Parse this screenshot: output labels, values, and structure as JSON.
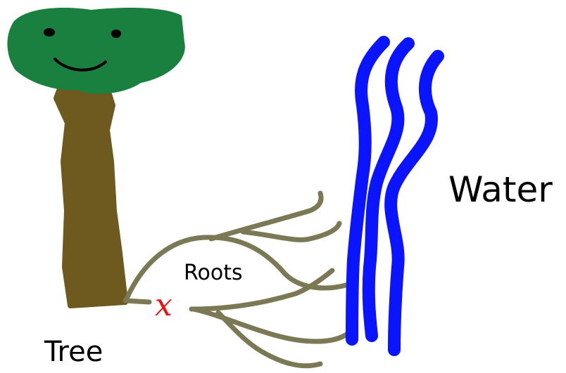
{
  "labels": {
    "tree": "Tree",
    "roots": "Roots",
    "water": "Water",
    "mark": "x"
  },
  "colors": {
    "foliage": "#1a8040",
    "trunk": "#6e5a1e",
    "roots": "#7b7955",
    "water": "#0a14ff",
    "mark": "#ee1111",
    "face": "#000000"
  },
  "icons": [
    "tree-icon",
    "smiley-face-icon",
    "water-streams-icon",
    "roots-icon",
    "x-mark-icon"
  ]
}
